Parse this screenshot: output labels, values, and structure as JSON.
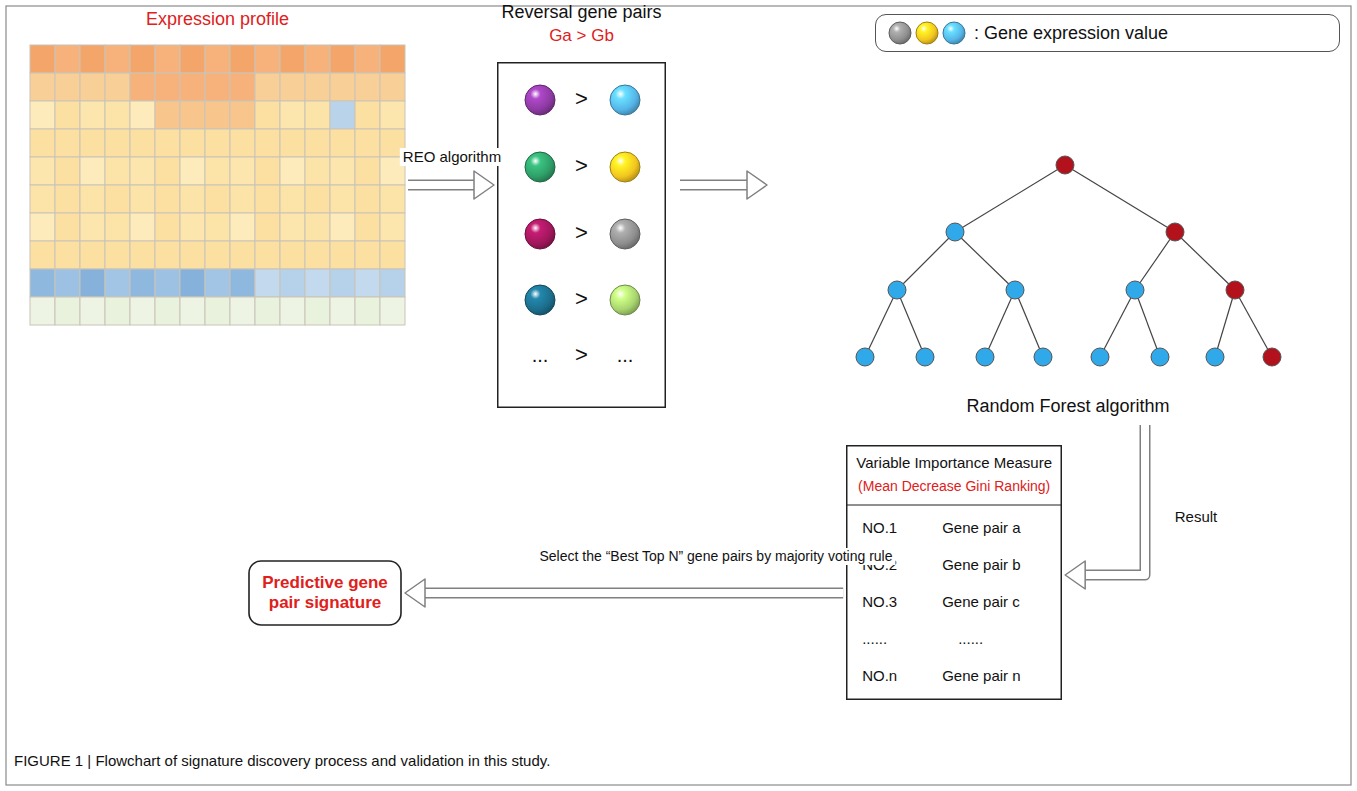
{
  "diagram": {
    "caption": "FIGURE 1 | Flowchart of signature discovery process and validation in this study.",
    "nodes": [
      {
        "text": [
          "Expression profile"
        ]
      },
      {
        "text": [
          "Reversal gene pairs",
          "Ga > Gb",
          ">",
          ">",
          ">",
          ">",
          "...",
          ">",
          "..."
        ]
      },
      {
        "text": [
          "Random Forest algorithm"
        ]
      },
      {
        "text": [
          "Variable Importance Measure",
          "(Mean Decrease Gini Ranking)",
          "NO.1",
          "Gene pair a",
          "NO.2",
          "Gene pair b",
          "NO.3",
          "Gene pair c",
          "......",
          "......",
          "NO.n",
          "Gene pair n"
        ]
      },
      {
        "text": [
          "Predictive gene pair signature"
        ]
      }
    ],
    "edges": [
      {
        "from": 0,
        "to": 1,
        "label": "REO algorithm",
        "arrow": "to"
      },
      {
        "from": 1,
        "to": 2,
        "arrow": "to"
      },
      {
        "from": 2,
        "to": 3,
        "label": "Result",
        "arrow": "to"
      },
      {
        "from": 3,
        "to": 4,
        "label": "Select the “Best Top N” gene pairs by majority voting rule",
        "arrow": "to"
      }
    ],
    "legend": [
      {
        "text": ": Gene expression value"
      }
    ]
  }
}
